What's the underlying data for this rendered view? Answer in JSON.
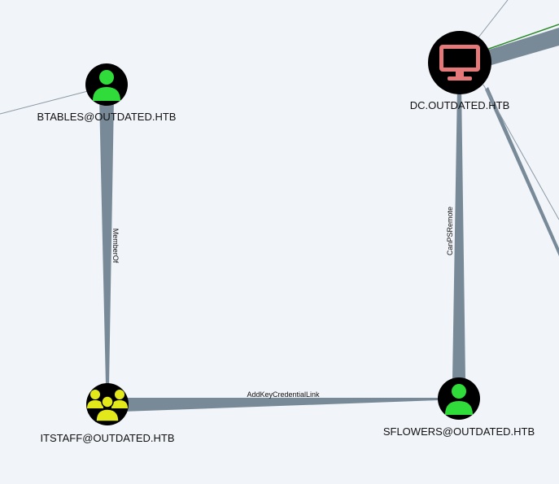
{
  "colors": {
    "background": "#f1f4f9",
    "edge": "#788a97",
    "node_bg": "#000000",
    "user_icon": "#2fdc3a",
    "group_icon": "#e2e81a",
    "computer_icon": "#e57878",
    "highlight_edge": "#2d8a2d"
  },
  "nodes": {
    "btables": {
      "label": "BTABLES@OUTDATED.HTB",
      "type": "user",
      "icon": "user-icon"
    },
    "dc": {
      "label": "DC.OUTDATED.HTB",
      "type": "computer",
      "icon": "computer-icon"
    },
    "itstaff": {
      "label": "ITSTAFF@OUTDATED.HTB",
      "type": "group",
      "icon": "group-icon"
    },
    "sflowers": {
      "label": "SFLOWERS@OUTDATED.HTB",
      "type": "user",
      "icon": "user-icon"
    }
  },
  "edges": [
    {
      "from": "btables",
      "to": "itstaff",
      "label": "MemberOf"
    },
    {
      "from": "itstaff",
      "to": "sflowers",
      "label": "AddKeyCredentialLink"
    },
    {
      "from": "sflowers",
      "to": "dc",
      "label": "CanPSRemote"
    }
  ]
}
